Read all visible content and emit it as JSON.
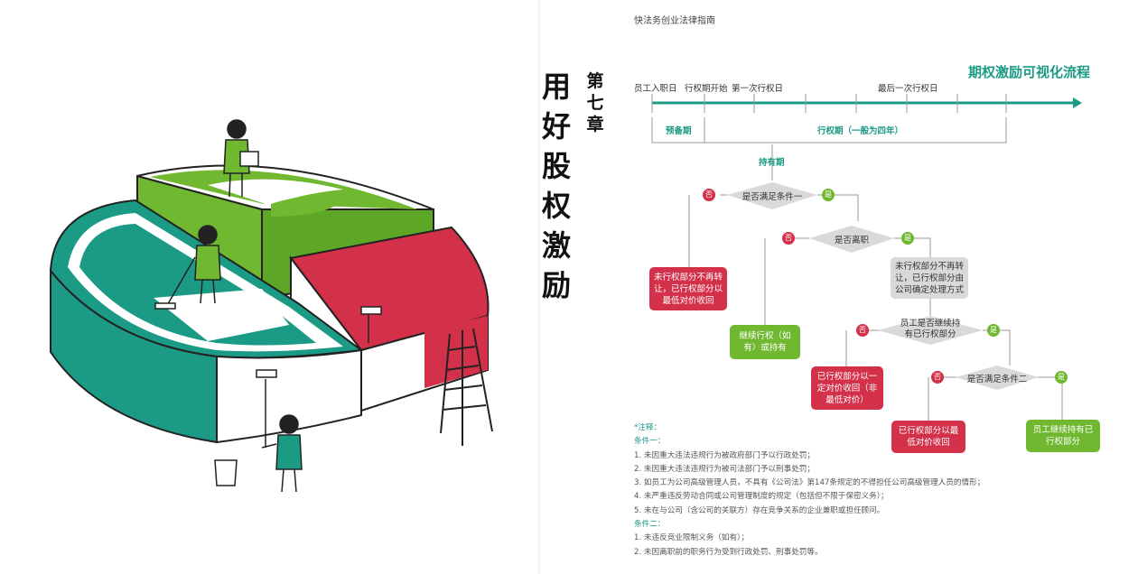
{
  "header": "快法务创业法律指南",
  "chapter": {
    "number": "第七章",
    "title": "用好股权激励"
  },
  "flow_title": "期权激励可视化流程",
  "timeline": {
    "labels": [
      "员工入职日",
      "行权期开始",
      "第一次行权日",
      "最后一次行权日"
    ],
    "periods": {
      "prep": "预备期",
      "exercise": "行权期（一般为四年）",
      "hold": "持有期"
    }
  },
  "decisions": {
    "d1": "是否满足条件一",
    "d2": "是否离职",
    "d3": "员工是否继续持有已行权部分",
    "d4": "是否满足条件二"
  },
  "answers": {
    "yes": "是",
    "no": "否"
  },
  "boxes": {
    "b1": "未行权部分不再转让，已行权部分以最低对价收回",
    "b2": "继续行权（如有）或持有",
    "b3": "未行权部分不再转让，已行权部分由公司确定处理方式",
    "b4": "已行权部分以一定对价收回（非最低对价）",
    "b5": "已行权部分以最低对价收回",
    "b6": "员工继续持有已行权部分"
  },
  "notes": {
    "title": "*注释：",
    "cond1_title": "条件一：",
    "cond1_items": [
      "1. 未因重大违法违规行为被政府部门予以行政处罚；",
      "2. 未因重大违法违规行为被司法部门予以刑事处罚；",
      "3. 如员工为公司高级管理人员，不具有《公司法》第147条规定的不得担任公司高级管理人员的情形；",
      "4. 未严重违反劳动合同或公司管理制度的规定（包括但不限于保密义务）；",
      "5. 未在与公司（含公司的关联方）存在竞争关系的企业兼职或担任顾问。"
    ],
    "cond2_title": "条件二：",
    "cond2_items": [
      "1. 未违反竞业限制义务（如有）；",
      "2. 未因离职前的职务行为受到行政处罚、刑事处罚等。"
    ]
  },
  "colors": {
    "teal": "#1b9a85",
    "red": "#d3304a",
    "green": "#6fb830",
    "gray": "#d9d9d9"
  }
}
